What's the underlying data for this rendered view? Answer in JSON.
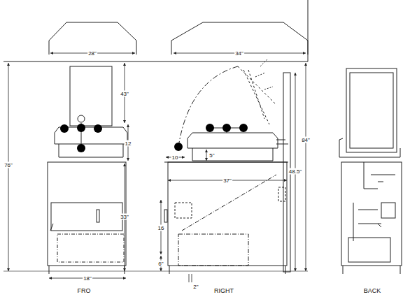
{
  "diagram": {
    "labels": [
      "28\"",
      "34\"",
      "76\"",
      "43\"",
      "12",
      "33\"",
      "18\"",
      "FRO",
      "10",
      "5\"",
      "37\"",
      "16",
      "6\"",
      "2\"",
      "RIGHT",
      "84\"",
      "48.5\"",
      "BACK"
    ]
  }
}
